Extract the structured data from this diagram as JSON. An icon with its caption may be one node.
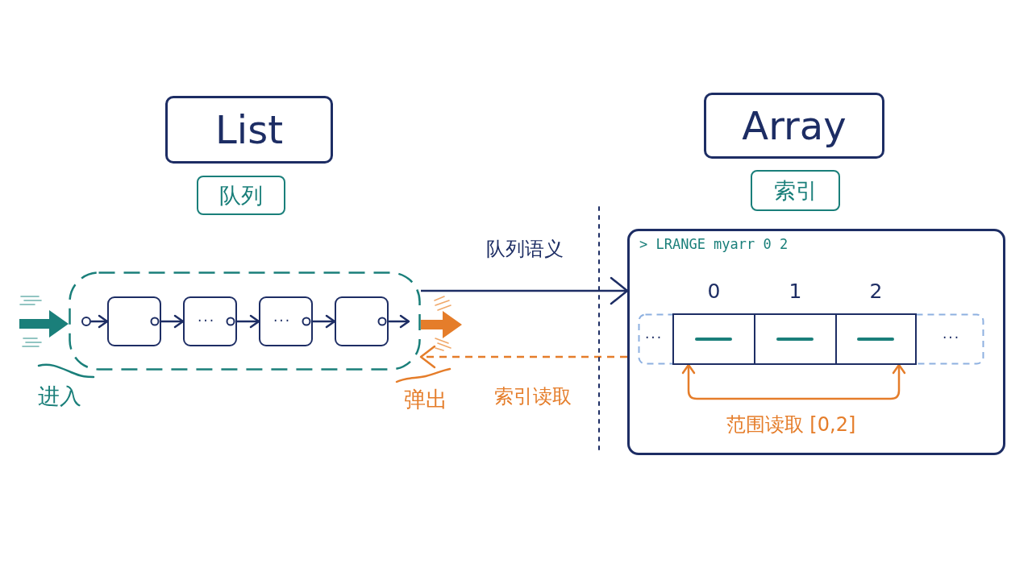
{
  "diagram": {
    "nodes": [
      {
        "text": [
          "List"
        ]
      },
      {
        "text": [
          "队列"
        ]
      },
      {
        "text": [],
        "shape": "box"
      },
      {
        "text": [],
        "shape": "circle",
        "in": 2
      },
      {
        "text": [],
        "shape": "box",
        "in": 2
      },
      {
        "text": [
          "···"
        ],
        "in": 2
      },
      {
        "text": [
          "···"
        ],
        "in": 2
      },
      {
        "text": [],
        "shape": "box",
        "in": 2
      },
      {
        "text": [
          "Array"
        ]
      },
      {
        "text": [
          "索引"
        ]
      },
      {
        "text": [
          "> LRANGE myarr 0 2"
        ]
      },
      {
        "text": [
          "···",
          "···"
        ],
        "in": 10
      },
      {
        "text": [],
        "shape": "box",
        "in": 11,
        "beside": [
          "0"
        ]
      },
      {
        "text": [],
        "shape": "box",
        "in": 11,
        "beside": [
          "1"
        ]
      },
      {
        "text": [],
        "shape": "box",
        "in": 11,
        "beside": [
          "2"
        ]
      }
    ],
    "edges": [
      {
        "from": null,
        "to": 2,
        "arrow": "to",
        "style": "thick",
        "color": "#1a7f7a"
      },
      {
        "from": 3,
        "to": 4,
        "arrow": "to"
      },
      {
        "from": 4,
        "to": 5,
        "arrow": "to"
      },
      {
        "from": 5,
        "to": 6,
        "arrow": "to"
      },
      {
        "from": 6,
        "to": 7,
        "arrow": "to"
      },
      {
        "from": 7,
        "to": null,
        "arrow": "to"
      },
      {
        "from": 2,
        "to": null,
        "arrow": "to",
        "style": "thick",
        "color": "#e57d2a"
      },
      {
        "from": 2,
        "to": 10,
        "arrow": "to",
        "label": "队列语义"
      },
      {
        "from": 10,
        "to": 2,
        "arrow": "to",
        "label": "索引读取",
        "style": "dashed",
        "color": "#e57d2a"
      },
      {
        "from": 12,
        "to": 14,
        "arrow": "both",
        "label": "范围读取 [0,2]",
        "color": "#e57d2a"
      }
    ],
    "labels": [
      "进入",
      "弹出"
    ]
  }
}
